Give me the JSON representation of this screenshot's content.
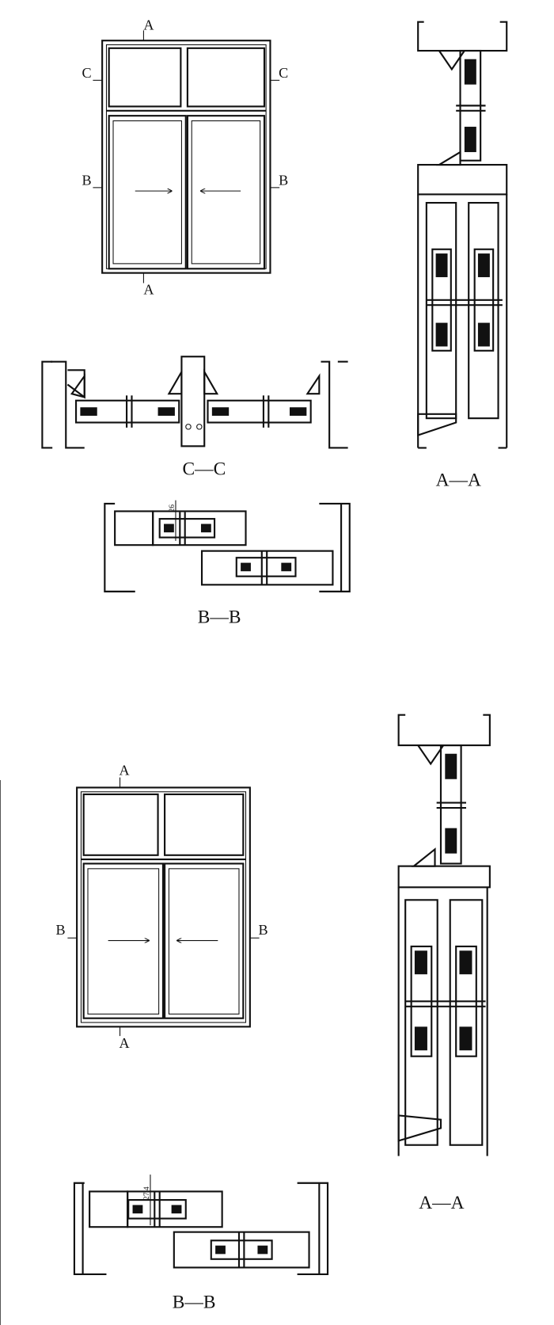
{
  "sheet_1": {
    "elevation": {
      "label_top": "A",
      "label_bottom": "A",
      "label_left_transom": "C",
      "label_right_transom": "C",
      "label_left": "B",
      "label_right": "B"
    },
    "section_cc": {
      "caption": "C—C"
    },
    "section_aa": {
      "caption": "A—A"
    },
    "section_bb": {
      "caption": "B—B",
      "dimension": "26"
    }
  },
  "sheet_2": {
    "elevation": {
      "label_top": "A",
      "label_bottom": "A",
      "label_left": "B",
      "label_right": "B"
    },
    "section_aa": {
      "caption": "A—A"
    },
    "section_bb": {
      "caption": "B—B",
      "dimension": "27.4"
    }
  }
}
